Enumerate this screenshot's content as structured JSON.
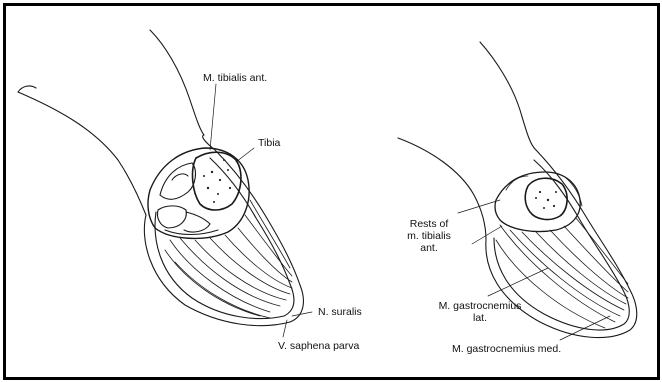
{
  "labels": {
    "tibialis_ant": "M. tibialis ant.",
    "tibia": "Tibia",
    "suralis": "N. suralis",
    "saphena": "V. saphena parva",
    "rests_line1": "Rests of",
    "rests_line2": "m. tibialis",
    "rests_line3": "ant.",
    "gastro_lat_line1": "M. gastrocnemius",
    "gastro_lat_line2": "lat.",
    "gastro_med": "M. gastrocnemius med."
  }
}
